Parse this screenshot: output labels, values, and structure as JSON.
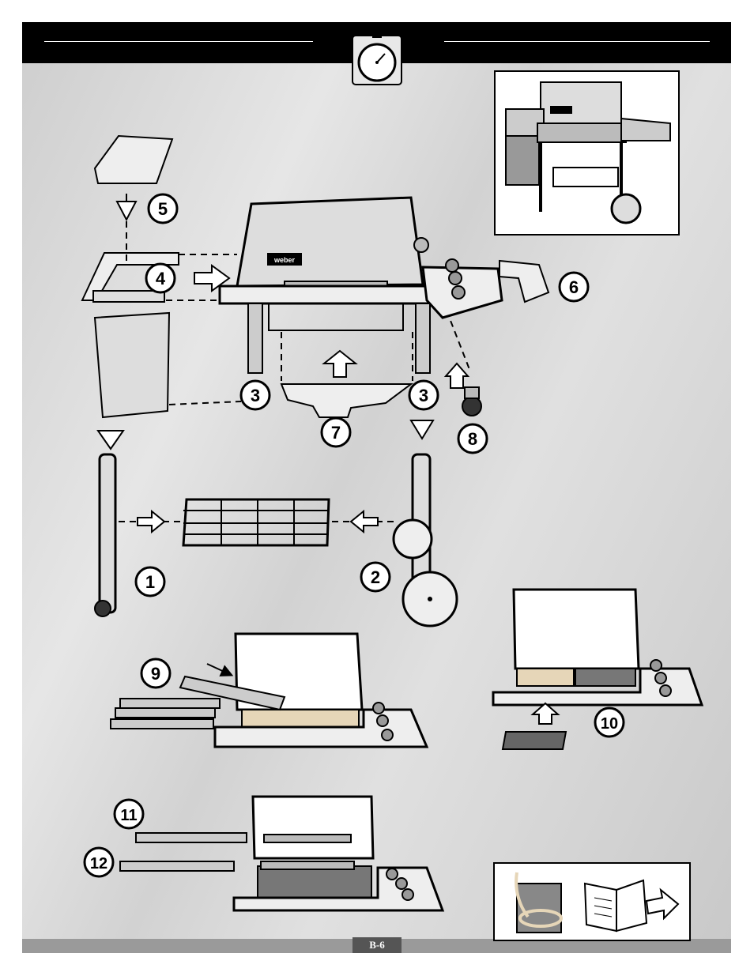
{
  "footer": {
    "page_number": "B-6"
  },
  "logo_text": "weber",
  "steps": [
    {
      "label": "1"
    },
    {
      "label": "2"
    },
    {
      "label": "3"
    },
    {
      "label": "3"
    },
    {
      "label": "4"
    },
    {
      "label": "5"
    },
    {
      "label": "6"
    },
    {
      "label": "7"
    },
    {
      "label": "8"
    },
    {
      "label": "9"
    },
    {
      "label": "10"
    },
    {
      "label": "11"
    },
    {
      "label": "12"
    }
  ],
  "icons": [
    "stopwatch-icon",
    "gas-hose-icon",
    "manual-book-icon",
    "arrow-right-icon"
  ]
}
